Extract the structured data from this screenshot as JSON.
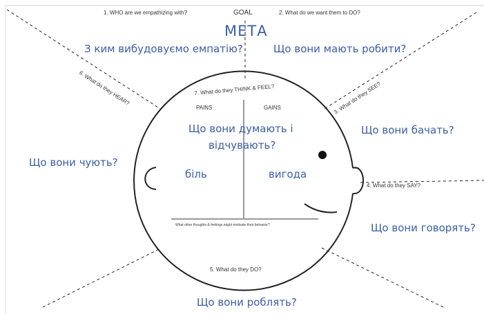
{
  "header": {
    "q1_en": "1. WHO are we empathizing with?",
    "goal_en": "GOAL",
    "q2_en": "2. What do we want them to DO?",
    "goal_uk": "МЕТА",
    "q1_uk": "З ким вибудовуємо емпатію?",
    "q2_uk": "Що вони мають робити?"
  },
  "sections": {
    "hear_en": "6. What do they HEAR?",
    "hear_uk": "Що вони чують?",
    "see_en": "3. What do they SEE?",
    "see_uk": "Що вони бачать?",
    "say_en": "4. What do they SAY?",
    "say_uk": "Що вони говорять?",
    "do_en": "5. What do they DO?",
    "do_uk": "Що вони роблять?",
    "think_en": "7. What do they THINK & FEEL?",
    "think_uk_line1": "Що вони думають і",
    "think_uk_line2": "відчувають?"
  },
  "head": {
    "pains_en": "PAINS",
    "gains_en": "GAINS",
    "pains_uk": "біль",
    "gains_uk": "вигода",
    "motivation_en": "What other thoughts & feelings might motivate their behavior?"
  },
  "colors": {
    "ukrainian_text": "#3a5ea8",
    "english_text": "#333333",
    "lines": "#222222"
  }
}
